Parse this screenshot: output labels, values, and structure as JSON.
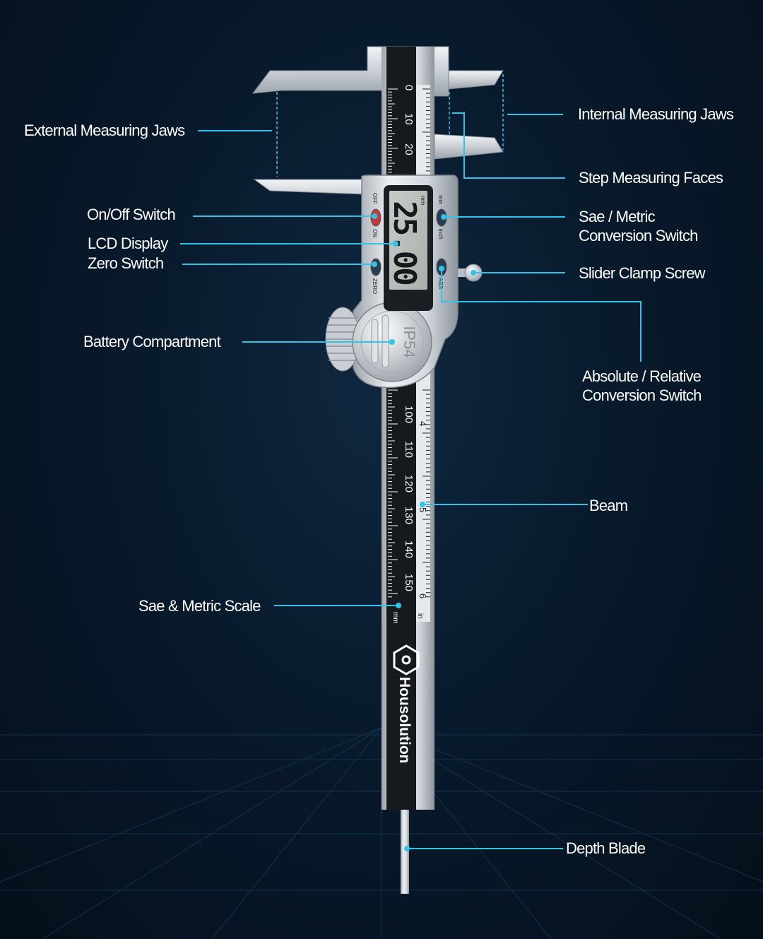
{
  "labels": {
    "external_jaws": "External Measuring Jaws",
    "internal_jaws": "Internal Measuring Jaws",
    "step_faces": "Step Measuring Faces",
    "on_off": "On/Off Switch",
    "sae_metric_switch_1": "Sae / Metric",
    "sae_metric_switch_2": "Conversion Switch",
    "lcd": "LCD Display",
    "zero": "Zero Switch",
    "clamp_screw": "Slider Clamp Screw",
    "battery": "Battery Compartment",
    "abs_rel_1": "Absolute / Relative",
    "abs_rel_2": "Conversion Switch",
    "beam": "Beam",
    "scale": "Sae & Metric Scale",
    "depth_blade": "Depth Blade"
  },
  "device": {
    "brand": "Housolution",
    "ip_rating": "IP54",
    "lcd_reading": "25.00",
    "lcd_unit": "mm",
    "btn_off": "OFF",
    "btn_on": "ON",
    "btn_zero": "ZERO",
    "btn_mm": "mm",
    "btn_inch": "inch",
    "btn_abs": "ABS",
    "unit_mm": "mm",
    "unit_in": "in",
    "scale_top": [
      "0",
      "10",
      "20"
    ],
    "scale_bottom": [
      "100",
      "110",
      "120",
      "130",
      "140",
      "150"
    ],
    "inch_marks": [
      "4",
      "5",
      "6"
    ]
  },
  "colors": {
    "accent": "#2fc4e8",
    "background": "#081a2c"
  }
}
